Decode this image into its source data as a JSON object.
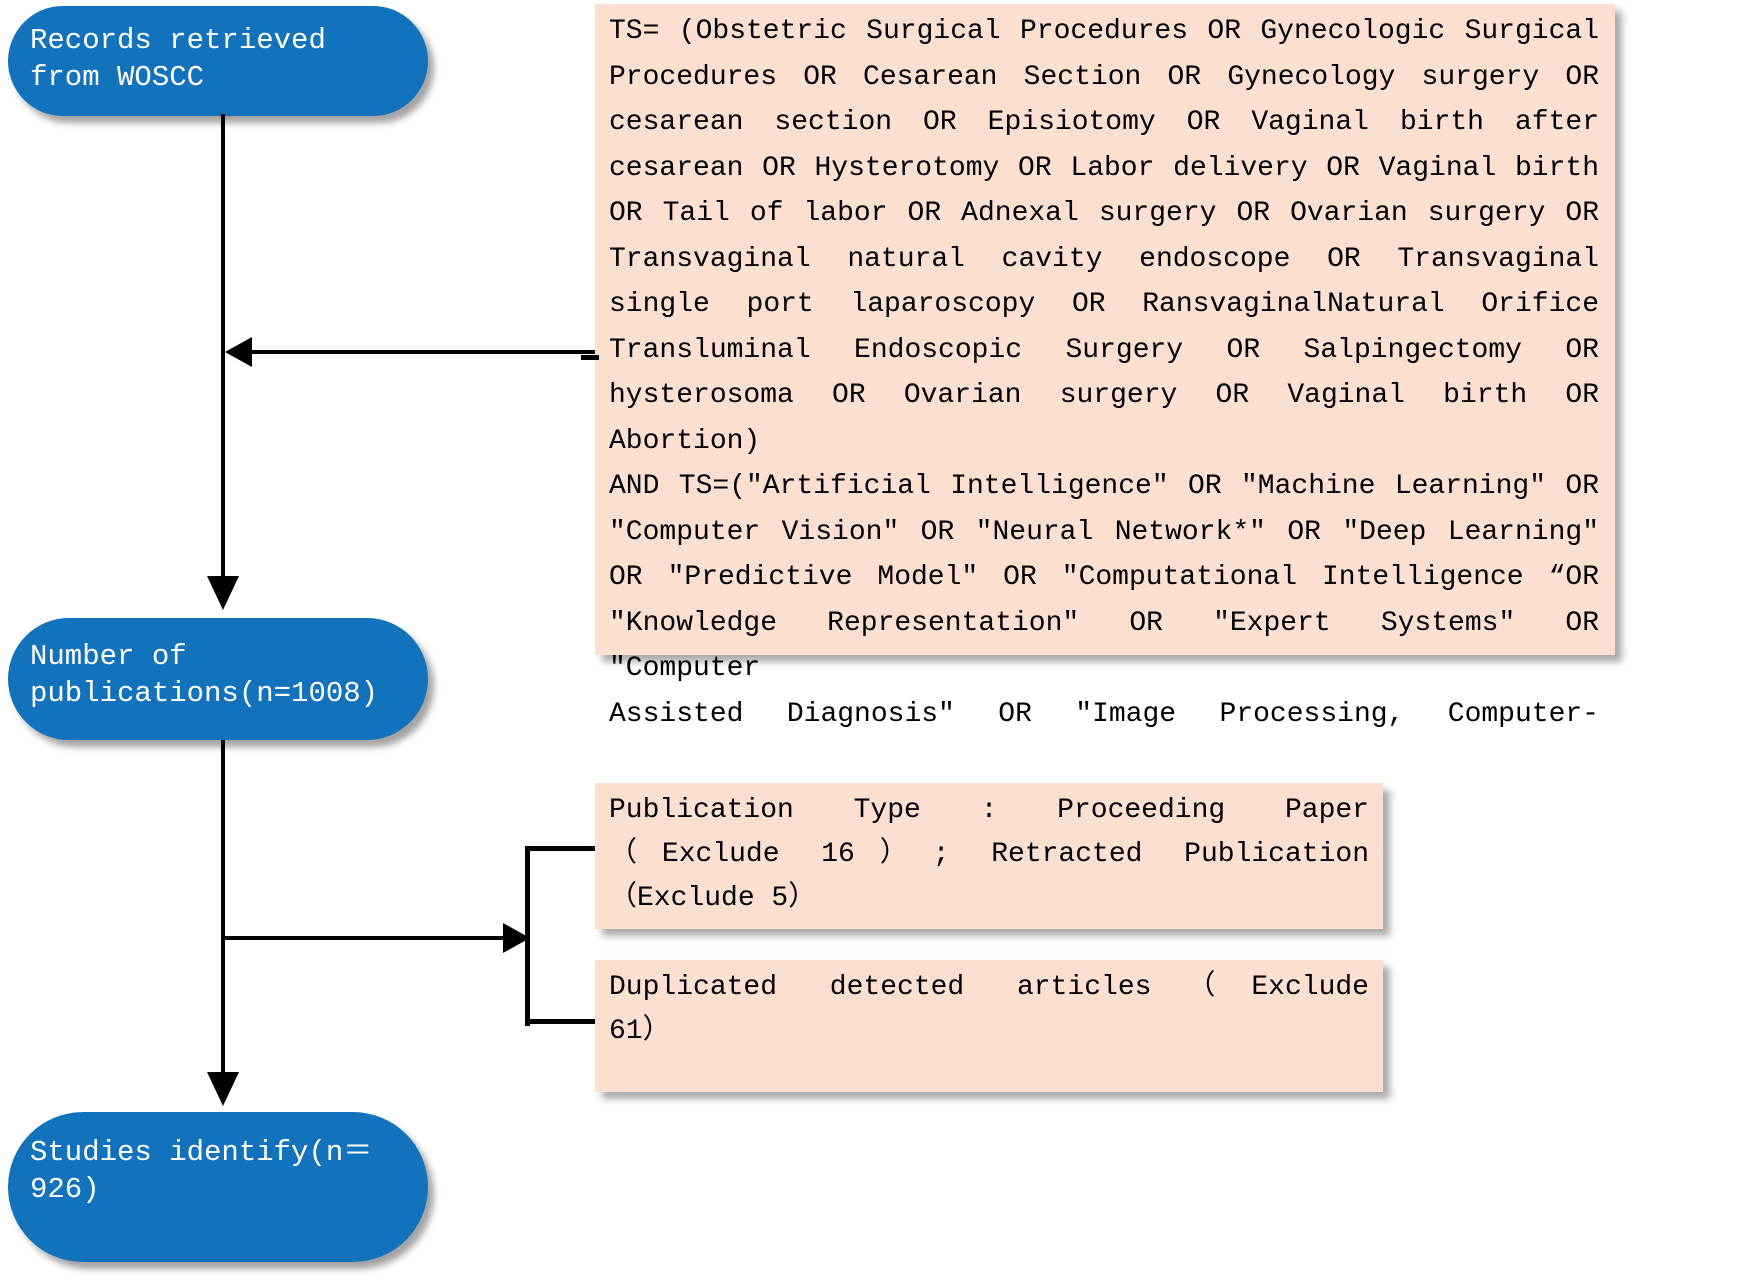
{
  "nodes": {
    "records": {
      "lines": [
        "Records retrieved",
        "from WOSCC"
      ]
    },
    "publications": {
      "lines": [
        "Number of",
        "publications(n=1008)"
      ]
    },
    "studies": {
      "lines": [
        "Studies identify(n＝",
        "926)"
      ]
    }
  },
  "query_box": {
    "lines": [
      "TS= (Obstetric Surgical Procedures OR Gynecologic Surgical",
      "Procedures OR Cesarean Section OR Gynecology surgery OR",
      "cesarean section OR Episiotomy OR Vaginal birth after",
      "cesarean OR Hysterotomy OR Labor delivery OR Vaginal birth",
      "OR Tail of labor OR Adnexal surgery OR Ovarian surgery OR",
      "Transvaginal natural cavity endoscope OR Transvaginal",
      "single port laparoscopy OR RansvaginalNatural Orifice",
      "Transluminal Endoscopic Surgery OR Salpingectomy OR",
      "hysterosoma OR Ovarian surgery OR Vaginal birth OR Abortion)",
      "AND TS=(\"Artificial Intelligence\" OR \"Machine Learning\" OR",
      "\"Computer Vision\" OR \"Neural Network*\" OR \"Deep Learning\"",
      "OR \"Predictive Model\" OR \"Computational Intelligence “OR",
      "\"Knowledge Representation\" OR \"Expert Systems\" OR \"Computer",
      "Assisted Diagnosis\" OR \"Image Processing, Computer-"
    ]
  },
  "exclusions": {
    "box1": {
      "lines": [
        "Publication Type : Proceeding Paper",
        "（Exclude 16）; Retracted Publication",
        "（Exclude 5）"
      ]
    },
    "box2": {
      "lines": [
        "Duplicated detected articles（Exclude",
        "61）"
      ]
    }
  },
  "colors": {
    "node_blue": "#1272BC",
    "panel_peach": "#FBDFD0",
    "connector_black": "#000000",
    "node_text_white": "#FFFFFF"
  }
}
